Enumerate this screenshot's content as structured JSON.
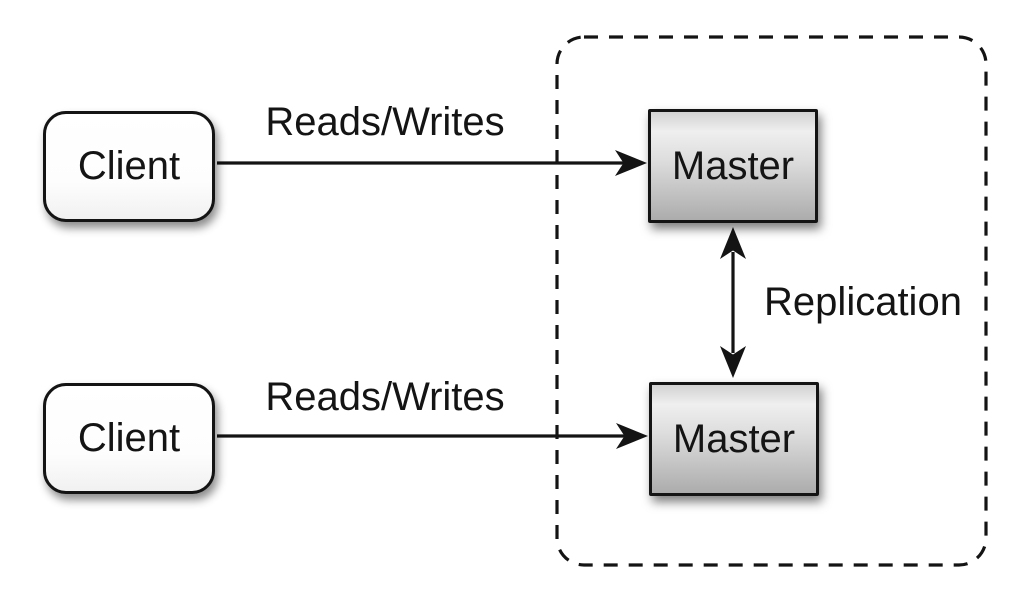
{
  "nodes": {
    "client_top": {
      "label": "Client"
    },
    "client_bottom": {
      "label": "Client"
    },
    "master_top": {
      "label": "Master"
    },
    "master_bottom": {
      "label": "Master"
    }
  },
  "edges": {
    "reads_writes_top": {
      "label": "Reads/Writes"
    },
    "reads_writes_bottom": {
      "label": "Reads/Writes"
    },
    "replication": {
      "label": "Replication"
    }
  },
  "colors": {
    "stroke": "#141414",
    "client_fill": "#ffffff",
    "master_fill_top": "#efefef",
    "master_fill_bottom": "#acacac",
    "background": "#ffffff"
  }
}
